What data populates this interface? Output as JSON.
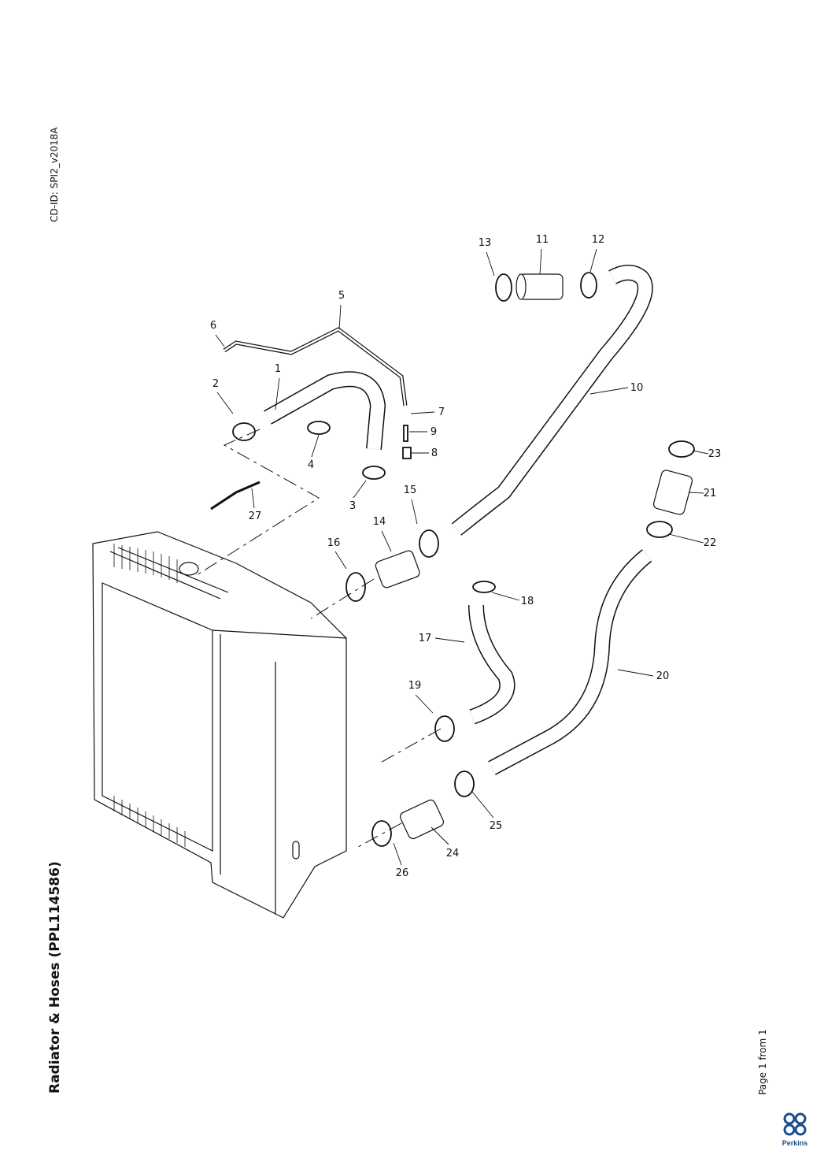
{
  "document": {
    "cd_id": "CD-ID: SPI2_v2018A",
    "title": "Radiator & Hoses (PPL114586)",
    "page": "Page 1 from 1",
    "brand": "Perkins"
  },
  "diagram": {
    "callouts": [
      "1",
      "2",
      "3",
      "4",
      "5",
      "6",
      "7",
      "8",
      "9",
      "10",
      "11",
      "12",
      "13",
      "14",
      "15",
      "16",
      "17",
      "18",
      "19",
      "20",
      "21",
      "22",
      "23",
      "24",
      "25",
      "26",
      "27"
    ]
  },
  "colors": {
    "line": "#111111",
    "logo": "#1b4f8f"
  }
}
